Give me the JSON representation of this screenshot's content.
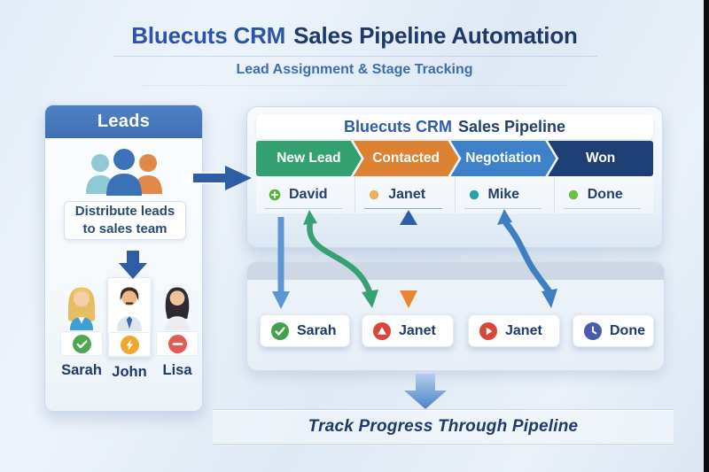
{
  "header": {
    "title_brand": "Bluecuts CRM",
    "title_rest": "Sales Pipeline Automation",
    "subtitle": "Lead Assignment & Stage Tracking"
  },
  "leads_panel": {
    "title": "Leads",
    "note": "Distribute leads to sales team",
    "team": [
      {
        "name": "Sarah",
        "badge_icon": "check-icon",
        "badge_color": "#4da850"
      },
      {
        "name": "John",
        "badge_icon": "bolt-icon",
        "badge_color": "#efa733"
      },
      {
        "name": "Lisa",
        "badge_icon": "minus-icon",
        "badge_color": "#e25b54"
      }
    ]
  },
  "pipeline_panel": {
    "title_brand": "Bluecuts CRM",
    "title_rest": "Sales Pipeline",
    "stages": [
      {
        "label": "New Lead",
        "color": "#34a173"
      },
      {
        "label": "Contacted",
        "color": "#dd8132"
      },
      {
        "label": "Negotiation",
        "color": "#3d82c9"
      },
      {
        "label": "Won",
        "color": "#1e3f76"
      }
    ],
    "leads": [
      {
        "name": "David",
        "icon": "plus-circle-icon",
        "color": "#58b23f"
      },
      {
        "name": "Janet",
        "icon": "dot-icon",
        "color": "#edb05f"
      },
      {
        "name": "Mike",
        "icon": "dot-icon",
        "color": "#2aa2a8"
      },
      {
        "name": "Done",
        "icon": "dot-icon",
        "color": "#6dbf48"
      }
    ]
  },
  "progress_panel": {
    "chips": [
      {
        "name": "Sarah",
        "icon": "check-icon",
        "color": "#43a04c"
      },
      {
        "name": "Janet",
        "icon": "warning-icon",
        "color": "#d9473c"
      },
      {
        "name": "Janet",
        "icon": "play-icon",
        "color": "#d9473c"
      },
      {
        "name": "Done",
        "icon": "clock-icon",
        "color": "#4a5cb0"
      }
    ]
  },
  "footer": {
    "caption": "Track Progress Through Pipeline"
  },
  "arrows": {
    "assign": "#2e5da6",
    "light_blue": "#5b97d4",
    "steel_blue": "#3d7fc1",
    "green": "#37a173",
    "dark_blue": "#2e5fa9",
    "orange": "#e8872f",
    "down_light": "#b3cfec",
    "down_dark": "#4b84c6"
  }
}
